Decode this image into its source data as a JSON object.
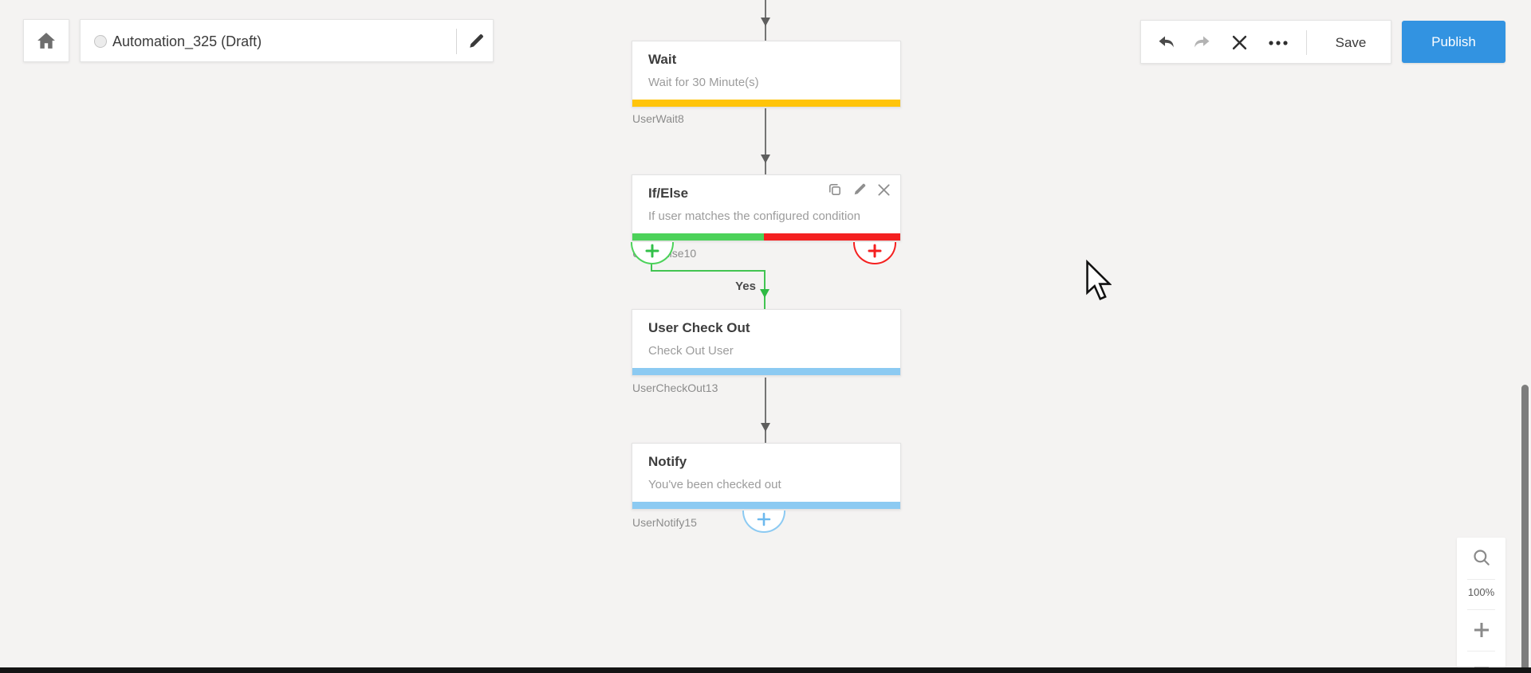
{
  "header": {
    "automation_name": "Automation_325 (Draft)",
    "status_dot": "draft-status-dot"
  },
  "toolbar": {
    "save_label": "Save",
    "publish_label": "Publish",
    "icons": [
      "undo-icon",
      "redo-icon",
      "close-icon",
      "more-icon"
    ]
  },
  "flow": {
    "branch_label_yes": "Yes",
    "nodes": [
      {
        "title": "Wait",
        "subtitle": "Wait for 30 Minute(s)",
        "id_label": "UserWait8",
        "accent_color": "#ffc40a"
      },
      {
        "title": "If/Else",
        "subtitle": "If user matches the configured condition",
        "id_label": "UserIfElse10",
        "accent_color_yes": "#4cd25a",
        "accent_color_no": "#f42020",
        "action_icons": [
          "copy-icon",
          "edit-icon",
          "close-icon"
        ]
      },
      {
        "title": "User Check Out",
        "subtitle": "Check Out User",
        "id_label": "UserCheckOut13",
        "accent_color": "#8ccaf2"
      },
      {
        "title": "Notify",
        "subtitle": "You've been checked out",
        "id_label": "UserNotify15",
        "accent_color": "#8ccaf2"
      }
    ]
  },
  "zoom_controls": {
    "zoom_level": "100%",
    "icons": [
      "search-icon",
      "plus-icon",
      "minus-icon"
    ]
  },
  "colors": {
    "canvas_bg": "#f4f3f2",
    "publish_blue": "#3293e1",
    "accent_yellow": "#ffc40a",
    "accent_green": "#4cd25a",
    "accent_red": "#f42020",
    "accent_blue": "#8ccaf2",
    "bottom_bar": "#141414"
  }
}
